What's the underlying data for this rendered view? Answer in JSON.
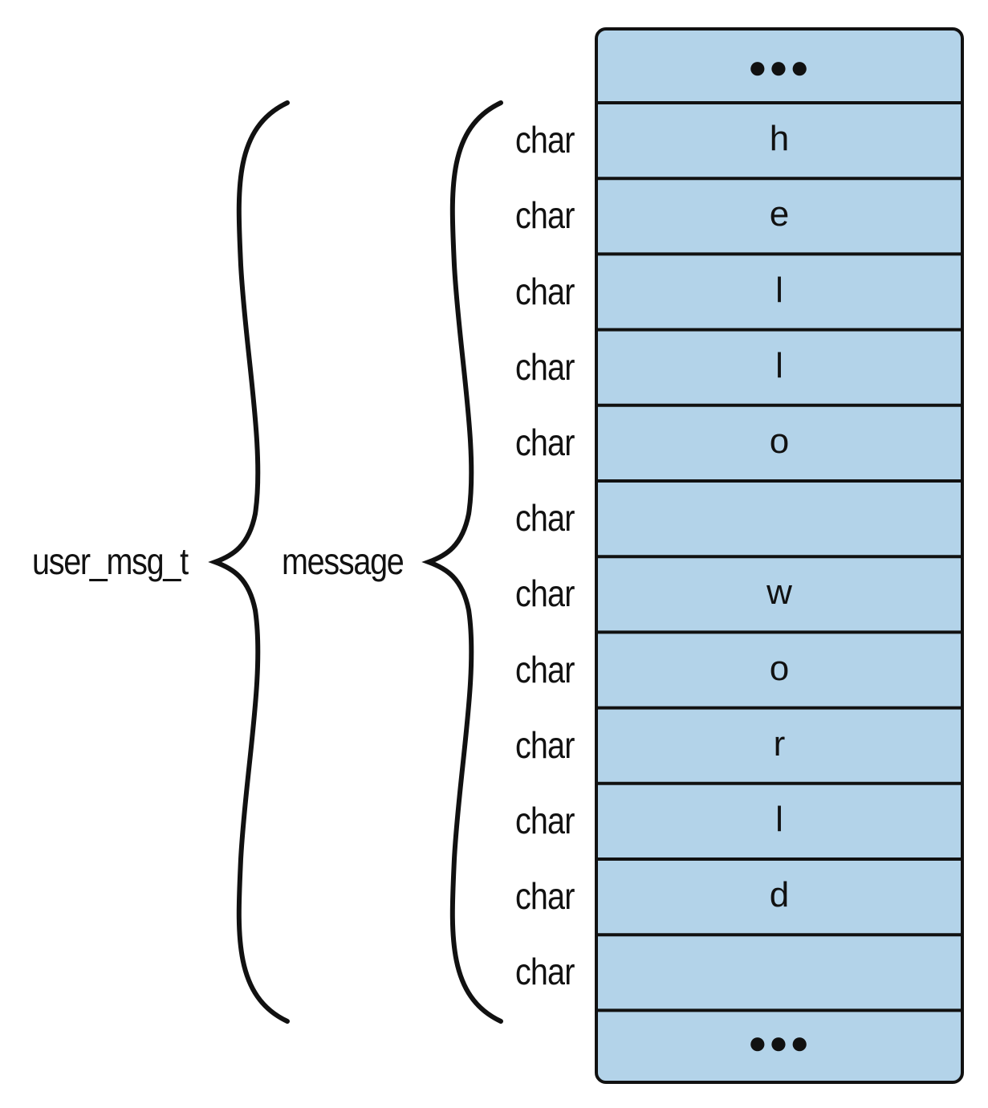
{
  "colors": {
    "cell_fill": "#b3d3e9",
    "stroke": "#111111",
    "background": "#ffffff"
  },
  "outer_bracket_label": "user_msg_t",
  "inner_bracket_label": "message",
  "ellipsis_top": "●●●",
  "ellipsis_bottom": "●●●",
  "cells": [
    {
      "type": "char",
      "value": "h"
    },
    {
      "type": "char",
      "value": "e"
    },
    {
      "type": "char",
      "value": "l"
    },
    {
      "type": "char",
      "value": "l"
    },
    {
      "type": "char",
      "value": "o"
    },
    {
      "type": "char",
      "value": ""
    },
    {
      "type": "char",
      "value": "w"
    },
    {
      "type": "char",
      "value": "o"
    },
    {
      "type": "char",
      "value": "r"
    },
    {
      "type": "char",
      "value": "l"
    },
    {
      "type": "char",
      "value": "d"
    },
    {
      "type": "char",
      "value": ""
    }
  ]
}
